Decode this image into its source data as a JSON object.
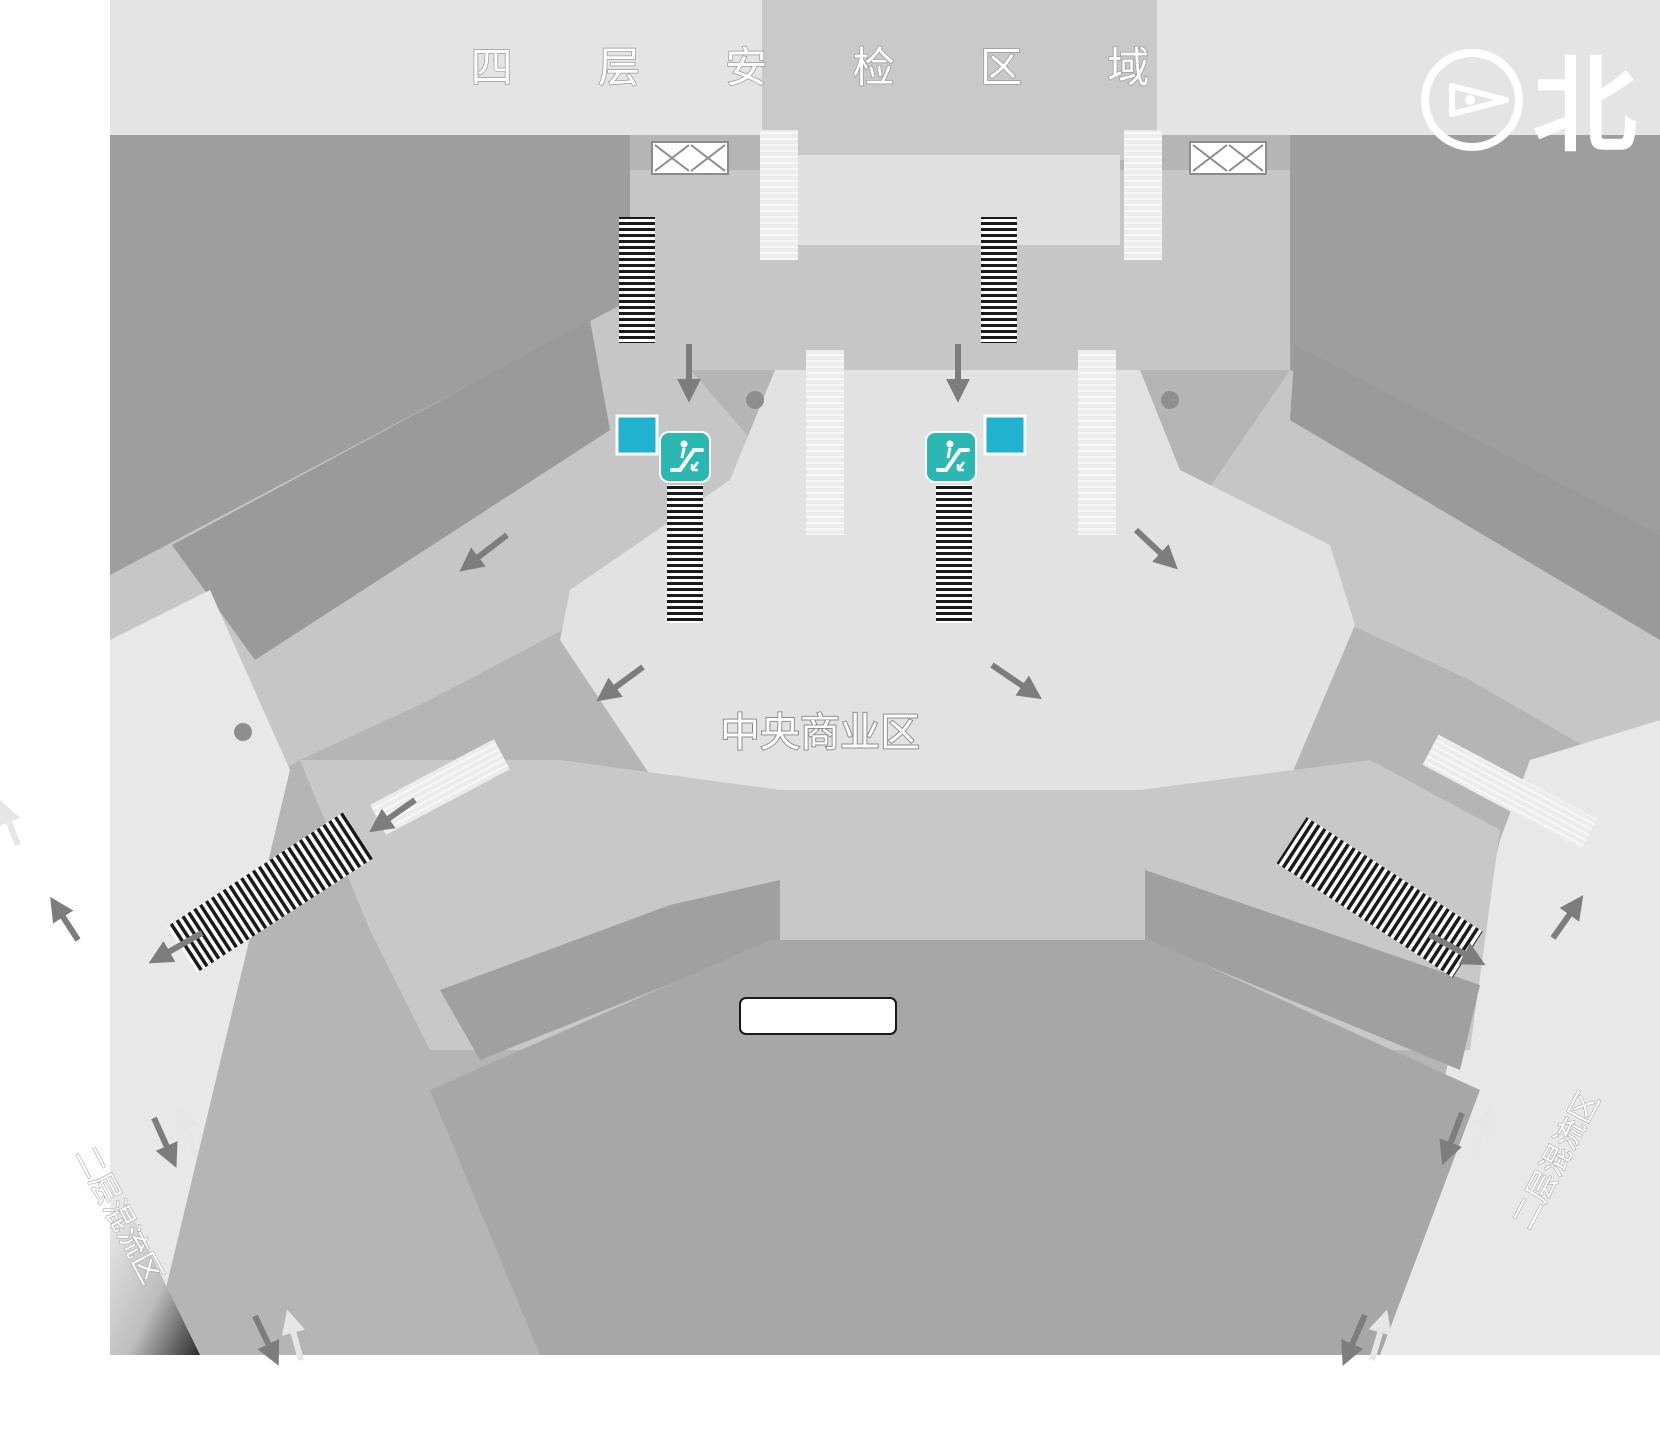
{
  "map": {
    "top_title": "四 层 安 检 区 域",
    "center_label": "中央商业区",
    "left_label": "二层混流区",
    "right_label": "二层混流区",
    "compass_label": "北",
    "colors": {
      "background": "#ffffff",
      "top_band": "#e3e3e3",
      "dark_block": "#9c9c9c",
      "mid_gray": "#b3b3b3",
      "corridor": "#c8c8c8",
      "plaza": "#e2e2e2",
      "light_band": "#ececec",
      "arrow": "#7d7d7d",
      "icon_cyan": "#1fb3cf",
      "icon_teal": "#2bb8b3"
    },
    "icons": [
      "escalator-icon",
      "info-square-icon",
      "compass-icon",
      "direction-arrow-icon"
    ]
  }
}
